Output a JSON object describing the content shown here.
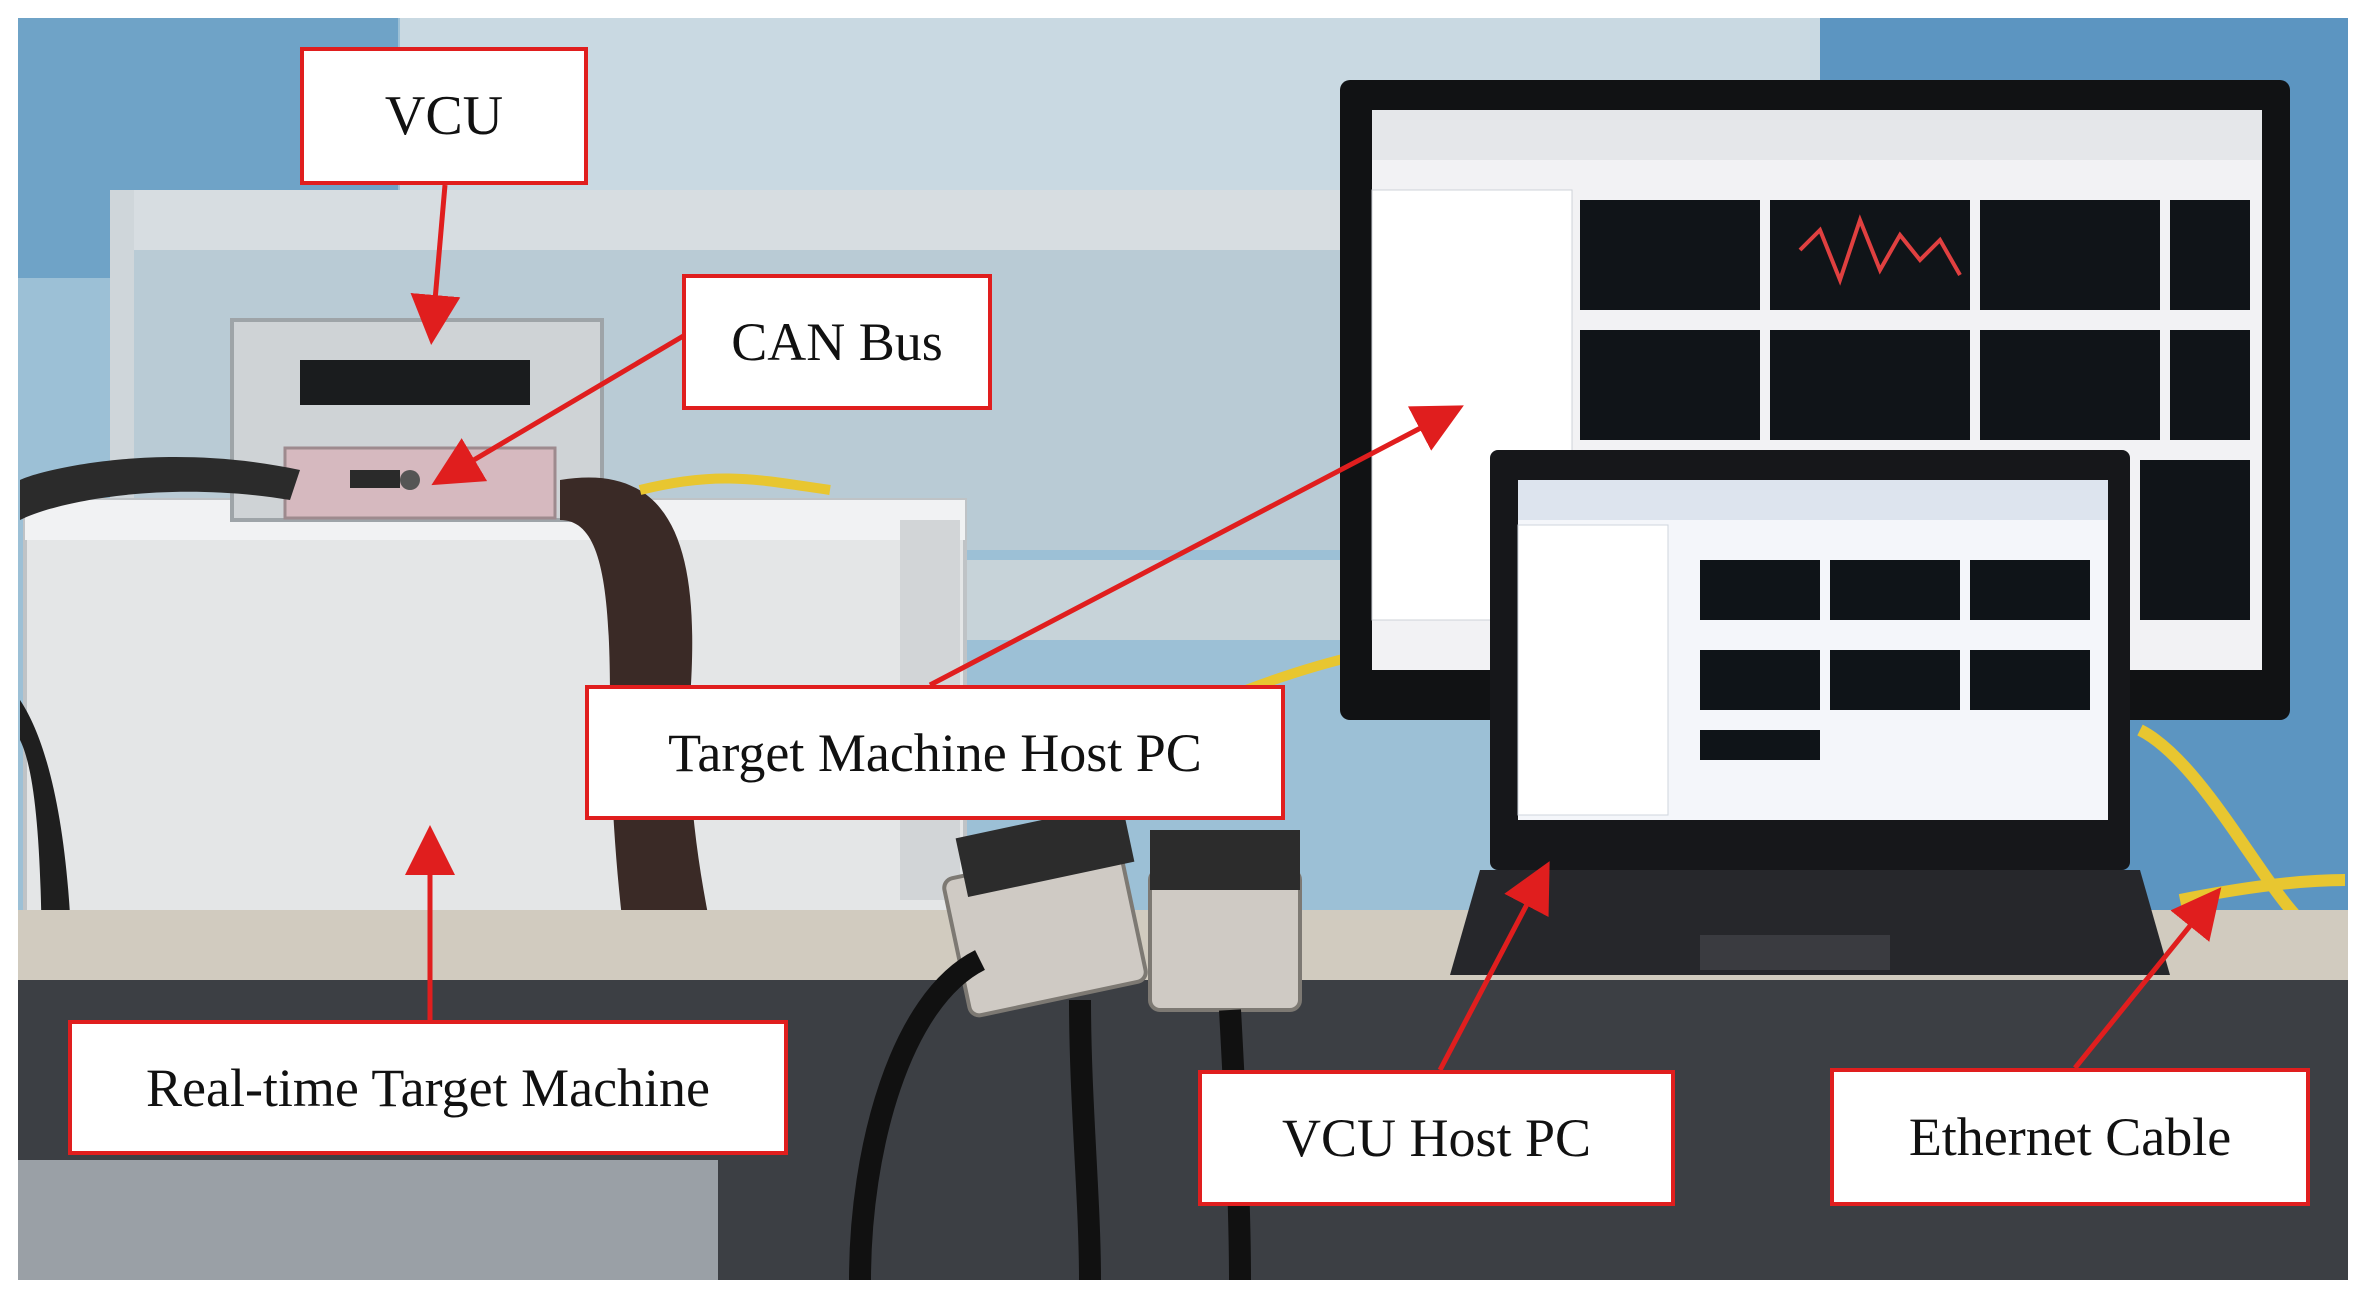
{
  "labels": {
    "vcu": "VCU",
    "can_bus": "CAN Bus",
    "target_machine_host_pc": "Target Machine Host PC",
    "realtime_target_machine": "Real-time Target Machine",
    "vcu_host_pc": "VCU Host PC",
    "ethernet_cable": "Ethernet Cable"
  },
  "colors": {
    "label_border": "#e01e1e",
    "arrow": "#e01e1e"
  }
}
